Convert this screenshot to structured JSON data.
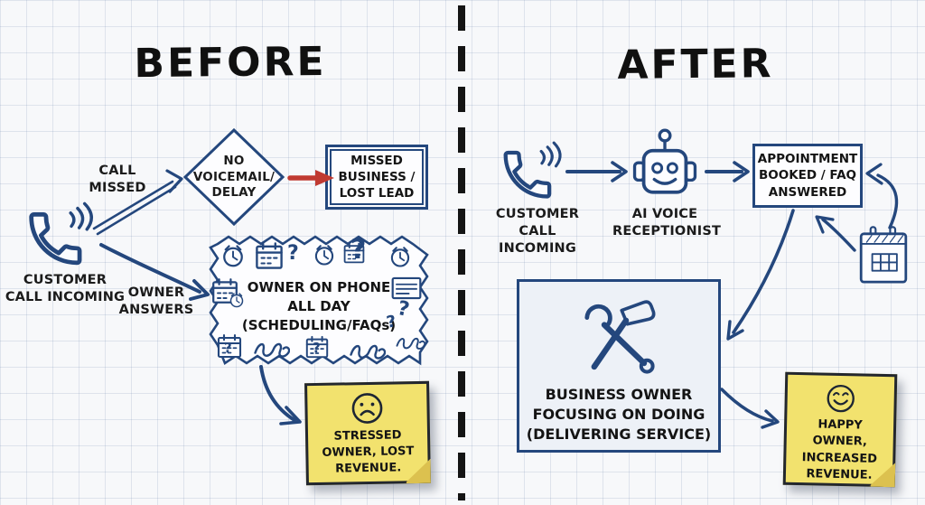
{
  "colors": {
    "ink": "#24477d",
    "red_arrow": "#c03a31",
    "sticky_yellow": "#f2e26e",
    "grid_paper": "#f7f8fa"
  },
  "glyphs": {
    "question": "?"
  },
  "before": {
    "title": "BEFORE",
    "labels": {
      "call_missed": "CALL MISSED",
      "customer_call": "CUSTOMER CALL INCOMING",
      "owner_answers": "OWNER ANSWERS"
    },
    "diamond_label": "NO VOICEMAIL/ DELAY",
    "missed_box_label": "MISSED BUSINESS / LOST LEAD",
    "busy_box": {
      "line1": "OWNER ON PHONE",
      "line2": "ALL DAY",
      "line3": "(SCHEDULING/FAQs)"
    },
    "sticky_label": "STRESSED OWNER, LOST REVENUE."
  },
  "after": {
    "title": "AFTER",
    "labels": {
      "customer_call": "CUSTOMER CALL INCOMING",
      "receptionist": "AI VOICE RECEPTIONIST"
    },
    "appointment_box_label": "APPOINTMENT BOOKED / FAQ ANSWERED",
    "focus_box": {
      "line1": "BUSINESS OWNER",
      "line2": "FOCUSING ON DOING",
      "line3": "(DELIVERING SERVICE)"
    },
    "sticky_label": "HAPPY OWNER, INCREASED REVENUE."
  }
}
